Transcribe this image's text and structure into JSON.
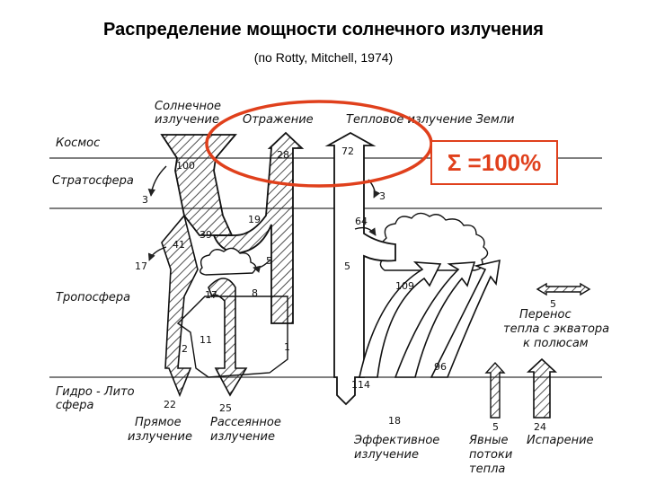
{
  "header": {
    "title": "Распределение мощности солнечного излучения",
    "subtitle": "(по Rotty, Mitchell, 1974)"
  },
  "callout": {
    "total": "Σ =100%",
    "color": "#e0401c"
  },
  "layers": {
    "space": "Космос",
    "stratosphere": "Стратосфера",
    "troposphere": "Тропосфера",
    "hydro_line1": "Гидро - Лито",
    "hydro_line2": "сфера"
  },
  "flows": {
    "solar_line1": "Солнечное",
    "solar_line2": "излучение",
    "reflection": "Отражение",
    "thermal": "Тепловое излучение Земли",
    "transport_line1": "Перенос",
    "transport_line2": "тепла с экватора",
    "transport_line3": "к полюсам",
    "direct_line1": "Прямое",
    "direct_line2": "излучение",
    "diffuse_line1": "Рассеянное",
    "diffuse_line2": "излучение",
    "effective_line1": "Эффективное",
    "effective_line2": "излучение",
    "sensible_line1": "Явные",
    "sensible_line2": "потоки",
    "sensible_line3": "тепла",
    "evaporation": "Испарение"
  },
  "values": {
    "solar_in": "100",
    "reflected": "28",
    "thermal_out": "72",
    "strat_absorb": "3",
    "to_stratosphere": "3",
    "trop_absorb": "17",
    "v41": "41",
    "v39": "39",
    "v19": "19",
    "v5_cloud": "5",
    "v17_mid": "17",
    "v8": "8",
    "v11": "11",
    "v2": "2",
    "v1": "1",
    "direct": "22",
    "diffuse": "25",
    "v64": "64",
    "v5_left": "5",
    "v109": "109",
    "effective": "114",
    "v96": "96",
    "effective_net": "18",
    "transport": "5",
    "sensible": "5",
    "evaporation": "24"
  }
}
